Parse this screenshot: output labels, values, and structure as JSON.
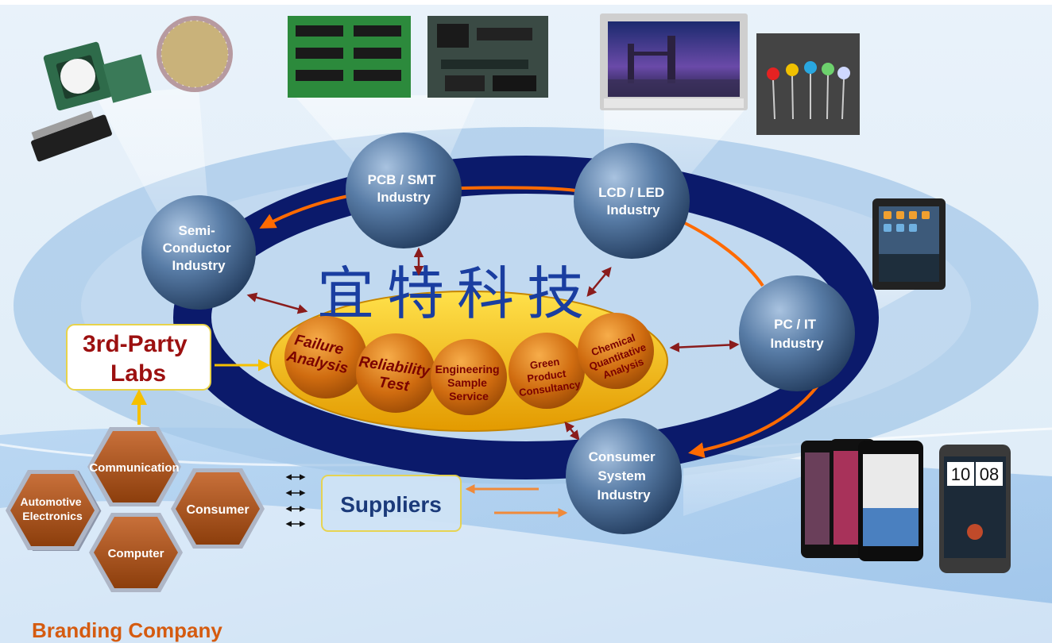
{
  "title": "宜特科技",
  "industries": [
    {
      "id": "semi",
      "lines": [
        "Semi-",
        "Conductor",
        "Industry"
      ]
    },
    {
      "id": "pcb",
      "lines": [
        "PCB / SMT",
        "Industry"
      ]
    },
    {
      "id": "lcd",
      "lines": [
        "LCD / LED",
        "Industry"
      ]
    },
    {
      "id": "pc",
      "lines": [
        "PC / IT",
        "Industry"
      ]
    },
    {
      "id": "consumer",
      "lines": [
        "Consumer",
        "System",
        "Industry"
      ]
    }
  ],
  "services": [
    {
      "id": "failure",
      "lines": [
        "Failure",
        "Analysis"
      ]
    },
    {
      "id": "reliability",
      "lines": [
        "Reliability",
        "Test"
      ]
    },
    {
      "id": "engineering",
      "lines": [
        "Engineering",
        "Sample",
        "Service"
      ]
    },
    {
      "id": "green",
      "lines": [
        "Green",
        "Product",
        "Consultancy"
      ]
    },
    {
      "id": "chemical",
      "lines": [
        "Chemical",
        "Quantitative",
        "Analysis"
      ]
    }
  ],
  "labs_box": {
    "lines": [
      "3rd-Party",
      "Labs"
    ]
  },
  "suppliers_box": {
    "label": "Suppliers"
  },
  "hexagons": [
    {
      "id": "communication",
      "lines": [
        "Communication"
      ]
    },
    {
      "id": "automotive",
      "lines": [
        "Automotive",
        "Electronics"
      ]
    },
    {
      "id": "consumer",
      "lines": [
        "Consumer"
      ]
    },
    {
      "id": "computer",
      "lines": [
        "Computer"
      ]
    }
  ],
  "branding_label": "Branding Company",
  "device_screens": {
    "clock_hour": "10",
    "clock_min": "08"
  },
  "colors": {
    "ring": "#0b1a6b",
    "ring_arrow": "#ff6a00",
    "sphere": "#3f5f8a",
    "ellipse": "#f2b300",
    "service_ball": "#d9720f",
    "service_text": "#7a0000",
    "hex": "#b5581c",
    "labs_text": "#9c1010",
    "suppliers_text": "#1b3a7a",
    "branding_text": "#d55b10",
    "yellow_arrow": "#f5c000",
    "title": "#1a3ea0"
  }
}
